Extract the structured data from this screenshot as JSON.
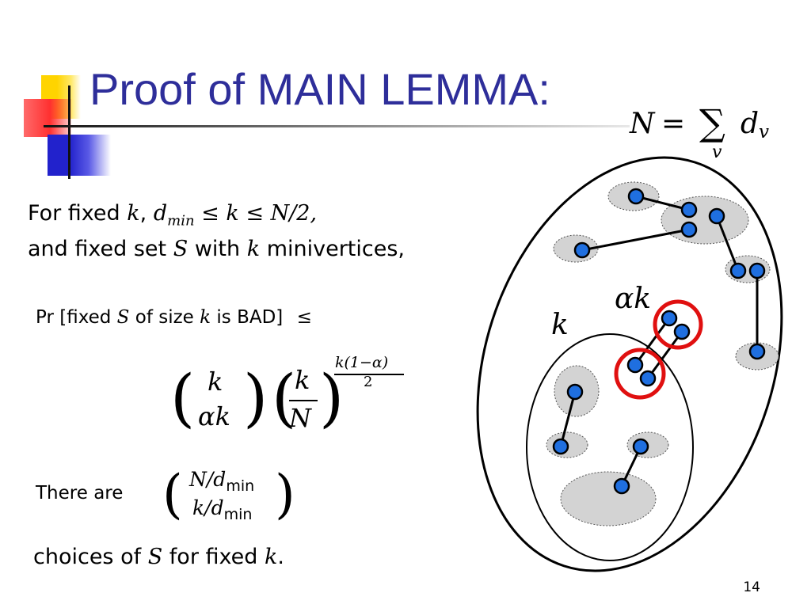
{
  "slide": {
    "title": "Proof of MAIN LEMMA:",
    "page_number": "14"
  },
  "formula_N": {
    "lhs": "N",
    "eq": "=",
    "sum": "∑",
    "sum_index": "v",
    "term": "d",
    "term_sub": "v"
  },
  "line1": {
    "prefix": "For fixed",
    "k": "k",
    "comma": ",",
    "d": "d",
    "d_sub": "min",
    "le1": "≤",
    "k2": "k",
    "le2": "≤",
    "rhs": "N/2,"
  },
  "line2": {
    "prefix": "and fixed set",
    "S": "S",
    "mid": "with",
    "k": "k",
    "suffix": "minivertices,"
  },
  "prob": {
    "pr": "Pr",
    "bracket_open": "[fixed",
    "S": "S",
    "mid": "of size",
    "k": "k",
    "bracket_close": "is BAD]",
    "le": "≤"
  },
  "bound": {
    "binom_top": "k",
    "binom_bottom": "αk",
    "frac_num": "k",
    "frac_den": "N",
    "exp_num": "k(1−α)",
    "exp_den": "2"
  },
  "choices": {
    "prefix": "There are",
    "top": "N/d",
    "top_sub": "min",
    "bottom": "k/d",
    "bottom_sub": "min",
    "line3_prefix": "choices of",
    "S": "S",
    "line3_mid": "for fixed",
    "k": "k",
    "line3_end": "."
  },
  "diagram": {
    "label_k": "k",
    "label_alpha_k": "αk",
    "node_color": "#1f6fe0",
    "blob_color": "#d3d3d3",
    "ring_color": "#e01010"
  }
}
